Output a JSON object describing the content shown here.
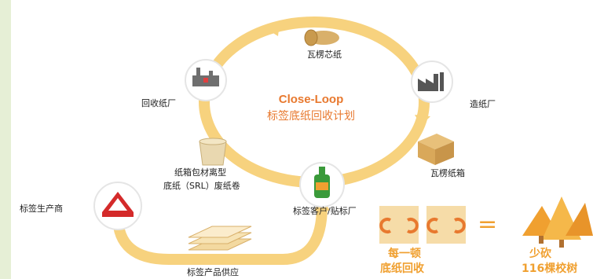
{
  "center": {
    "title": "Close-Loop",
    "subtitle": "标签底纸回收计划"
  },
  "nodes": {
    "corrugated_core": "瓦楞芯纸",
    "paper_mill": "造纸厂",
    "corrugated_box": "瓦楞纸箱",
    "label_customer": "标签客户/贴标厂",
    "srl_line1": "纸箱包材离型",
    "srl_line2": "底纸（SRL）废纸卷",
    "recycling_mill": "回收纸厂",
    "label_producer": "标签生产商",
    "label_supply": "标签产品供应"
  },
  "bottom": {
    "per_ton_line1": "每一顿",
    "per_ton_line2": "底纸回收",
    "equals": "=",
    "less_line1": "少砍",
    "less_line2": "116棵校树"
  },
  "colors": {
    "ring": "#f5c96a",
    "accent": "#e8792f",
    "panel": "#e6efd6",
    "orange": "#f0a030"
  }
}
